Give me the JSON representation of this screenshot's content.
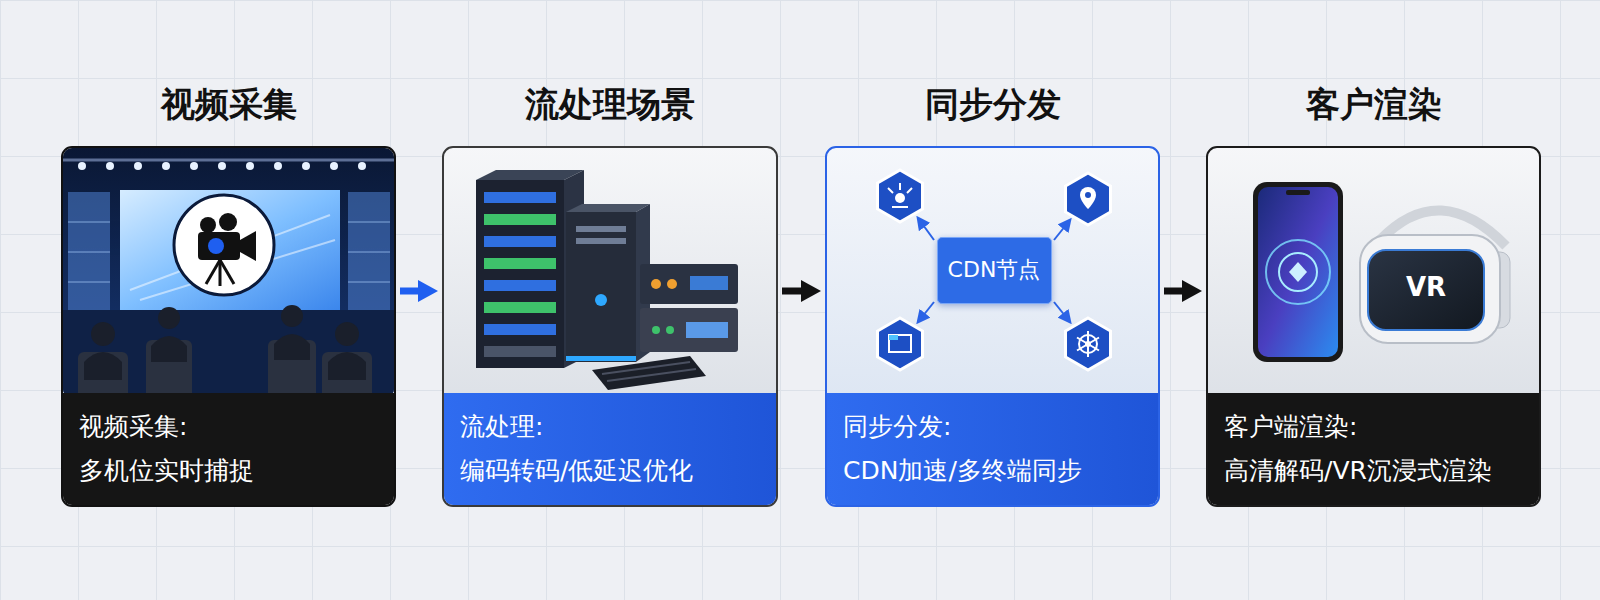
{
  "diagram": {
    "nodes": [
      {
        "text": [
          "视频采集",
          "视频采集:",
          "多机位实时捕捉"
        ]
      },
      {
        "text": [
          "流处理场景",
          "流处理:",
          "编码转码/低延迟优化"
        ]
      },
      {
        "text": [
          "同步分发",
          "同步分发:",
          "CDN加速/多终端同步"
        ]
      },
      {
        "text": [
          "CDN节点"
        ],
        "in": 2
      },
      {
        "text": [
          "客户渲染",
          "客户端渲染:",
          "高清解码/VR沉浸式渲染"
        ]
      }
    ],
    "edges": [
      {
        "from": 0,
        "to": 1,
        "arrow": "to"
      },
      {
        "from": 1,
        "to": 2,
        "arrow": "to"
      },
      {
        "from": 2,
        "to": 4,
        "arrow": "to"
      }
    ],
    "labels": [
      "VR"
    ]
  }
}
